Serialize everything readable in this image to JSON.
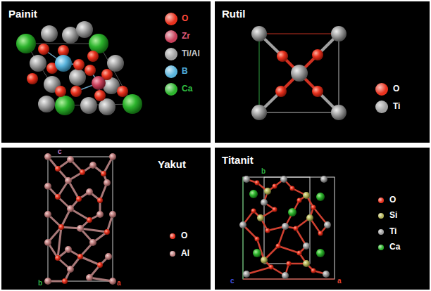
{
  "diagram": {
    "nodes": [
      {
        "text": [
          "Painit"
        ]
      },
      {
        "text": [
          "Rutil"
        ]
      },
      {
        "text": [
          "Yakut"
        ]
      },
      {
        "text": [
          "Titanit"
        ]
      }
    ],
    "labels": [
      "c",
      "b",
      "a",
      "b",
      "c",
      "a"
    ],
    "legend": [
      {
        "text": "O",
        "color": "#e8321e"
      },
      {
        "text": "Zr",
        "color": "#c8405a"
      },
      {
        "text": "Ti/Al",
        "color": "#a0a0a0"
      },
      {
        "text": "B",
        "color": "#5ab4dc"
      },
      {
        "text": "Ca",
        "color": "#2db42d"
      },
      {
        "text": "O",
        "color": "#e8321e"
      },
      {
        "text": "Ti",
        "color": "#a0a0a0"
      },
      {
        "text": "O",
        "color": "#e8321e"
      },
      {
        "text": "Al",
        "color": "#c08080"
      },
      {
        "text": "O",
        "color": "#e8321e"
      },
      {
        "text": "Si",
        "color": "#b4b45a"
      },
      {
        "text": "Ti",
        "color": "#a0a0a0"
      },
      {
        "text": "Ca",
        "color": "#2db42d"
      }
    ]
  }
}
